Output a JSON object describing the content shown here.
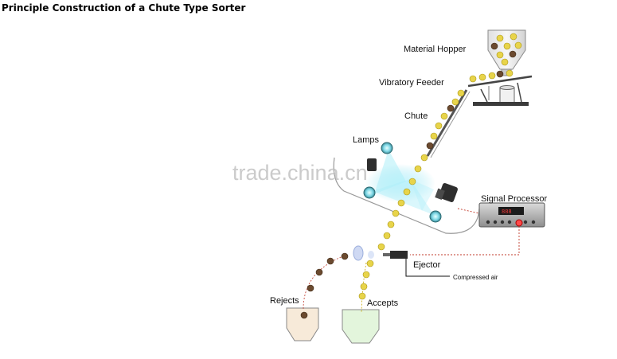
{
  "title": "Principle Construction of a Chute Type Sorter",
  "labels": {
    "hopper": "Material Hopper",
    "feeder": "Vibratory Feeder",
    "chute": "Chute",
    "lamps": "Lamps",
    "processor": "Signal Processor",
    "ejector": "Ejector",
    "air": "Compressed air",
    "rejects": "Rejects",
    "accepts": "Accepts"
  },
  "watermark": "trade.china.cn",
  "colors": {
    "good_grain": "#e8d44a",
    "bad_grain": "#6b4a2f",
    "light_beam": "#8fe3f0",
    "reject_bin": "#f7ead9",
    "accept_bin": "#e3f5dc",
    "signal_line": "#c0392b"
  }
}
